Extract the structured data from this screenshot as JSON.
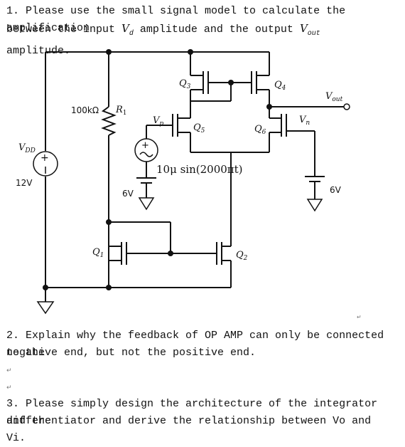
{
  "question1": {
    "line1": "1. Please use the small signal model to calculate the amplification",
    "line2_prefix": "between the input ",
    "input_symbol": "V",
    "input_sub": "d",
    "line2_mid": " amplitude and the output ",
    "output_symbol": "V",
    "output_sub": "out",
    "line2_suffix": " amplitude."
  },
  "circuit": {
    "vdd_label": "V",
    "vdd_sub": "DD",
    "vdd_value": "12V",
    "resistor_value": "100kΩ",
    "resistor_name": "R",
    "resistor_sub": "1",
    "q1": "Q",
    "q1_sub": "1",
    "q2": "Q",
    "q2_sub": "2",
    "q3": "Q",
    "q3_sub": "3",
    "q4": "Q",
    "q4_sub": "4",
    "q5": "Q",
    "q5_sub": "5",
    "q6": "Q",
    "q6_sub": "6",
    "vp_label": "V",
    "vp_sub": "p",
    "vn_label": "V",
    "vn_sub": "n",
    "vout_label": "V",
    "vout_sub": "out",
    "source_text": "10μ sin(2000πt)",
    "bias_left": "6V",
    "bias_right": "6V",
    "return_mark": "↵"
  },
  "question2": {
    "line1": "2. Explain why the feedback of OP AMP can only be connected to the",
    "line2": "negative end, but not the positive end."
  },
  "question3": {
    "line1": "3. Please simply design the architecture of the integrator and the",
    "line2": "differentiator and derive the relationship between Vo and Vi."
  }
}
